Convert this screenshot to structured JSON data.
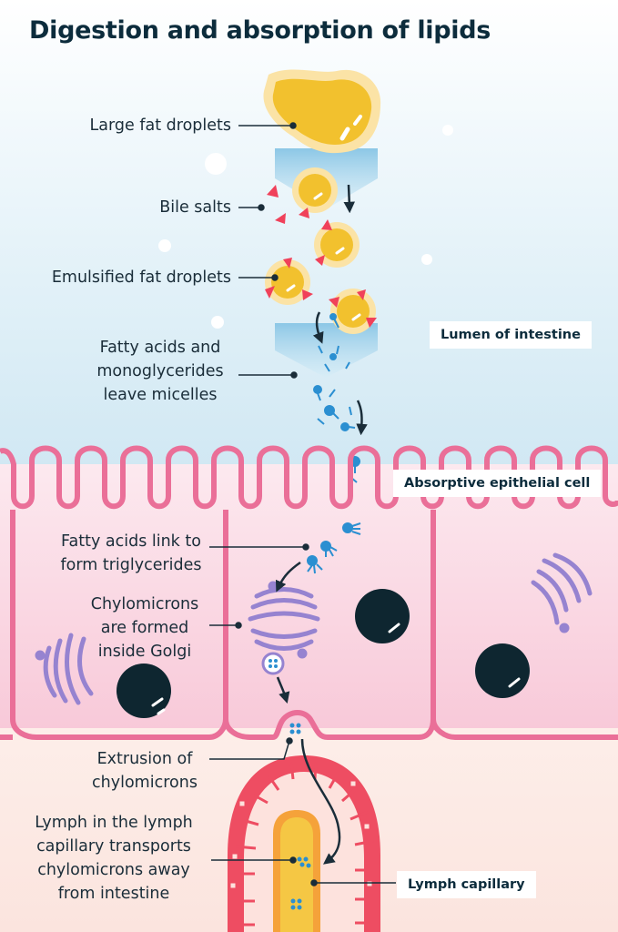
{
  "title": "Digestion and absorption of lipids",
  "labels": {
    "large_fat_droplets": "Large fat droplets",
    "bile_salts": "Bile salts",
    "emulsified_fat_droplets": "Emulsified fat droplets",
    "fatty_acids_leave": [
      "Fatty acids and",
      "monoglycerides",
      "leave micelles"
    ],
    "fatty_acids_link": [
      "Fatty acids link to",
      "form triglycerides"
    ],
    "chylomicrons_golgi": [
      "Chylomicrons",
      "are formed",
      "inside Golgi"
    ],
    "extrusion": [
      "Extrusion of",
      "chylomicrons"
    ],
    "lymph_transport": [
      "Lymph in the lymph",
      "capillary transports",
      "chylomicrons away",
      "from intestine"
    ]
  },
  "region_tags": {
    "lumen": "Lumen of intestine",
    "epithelial": "Absorptive epithelial cell",
    "lymph_capillary": "Lymph capillary"
  },
  "colors": {
    "fat": "#f2c12e",
    "fat_halo": "#fbe3a6",
    "bile_salt": "#f0415a",
    "fatty_acid": "#2b8fd1",
    "cell_membrane": "#ea6f98",
    "golgi": "#9683d0",
    "nucleus": "#0e2630",
    "capillary_wall": "#ee4d62",
    "lymph": "#f5c744"
  }
}
